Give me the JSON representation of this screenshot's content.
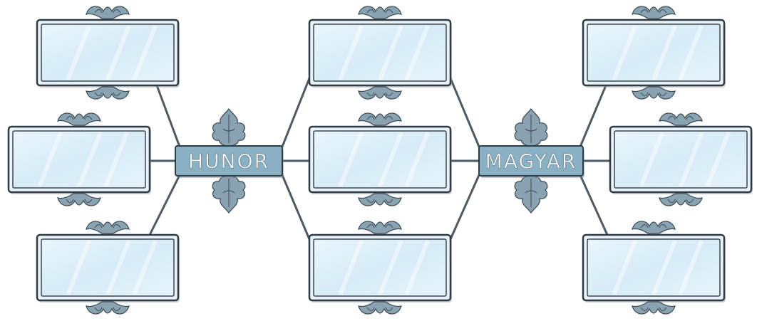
{
  "hubs": [
    {
      "id": "hunor",
      "label": "HUNOR"
    },
    {
      "id": "magyar",
      "label": "MAGYAR"
    }
  ],
  "boxes": [
    {
      "id": "left-top",
      "text": ""
    },
    {
      "id": "left-middle",
      "text": ""
    },
    {
      "id": "left-bottom",
      "text": ""
    },
    {
      "id": "center-top",
      "text": ""
    },
    {
      "id": "center-middle",
      "text": ""
    },
    {
      "id": "center-bottom",
      "text": ""
    },
    {
      "id": "right-top",
      "text": ""
    },
    {
      "id": "right-middle",
      "text": ""
    },
    {
      "id": "right-bottom",
      "text": ""
    }
  ],
  "colors": {
    "box_fill": "#dbeef8",
    "box_stroke": "#2f3b45",
    "hub_fill": "#8ab0c4",
    "connector": "#4e5a63",
    "ornament": "#7f97a5"
  }
}
